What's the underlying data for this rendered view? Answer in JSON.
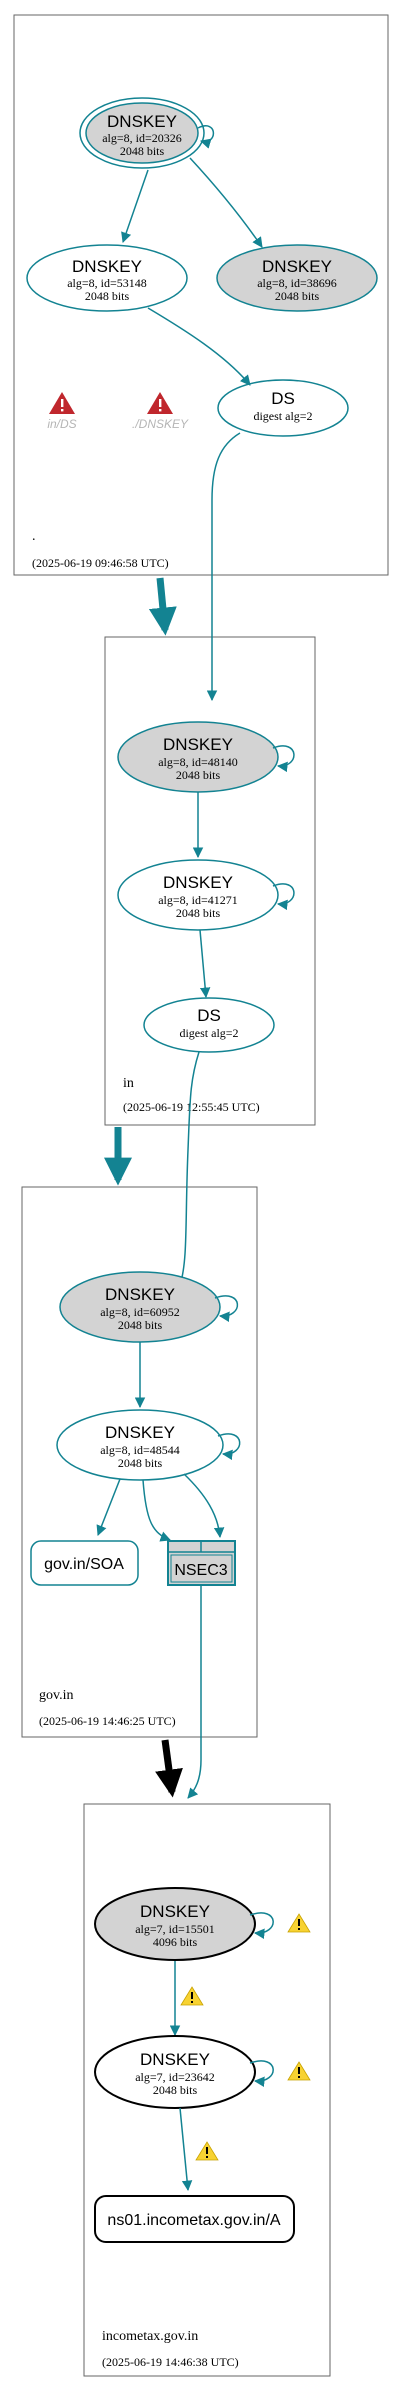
{
  "colors": {
    "teal": "#138392",
    "black": "#000000",
    "grey_fill": "#d3d3d3",
    "warning": "#f7d232",
    "error": "#c0272d"
  },
  "zones": {
    "root": {
      "name": ".",
      "timestamp": "(2025-06-19 09:46:58 UTC)"
    },
    "in": {
      "name": "in",
      "timestamp": "(2025-06-19 12:55:45 UTC)"
    },
    "gov": {
      "name": "gov.in",
      "timestamp": "(2025-06-19 14:46:25 UTC)"
    },
    "incometax": {
      "name": "incometax.gov.in",
      "timestamp": "(2025-06-19 14:46:38 UTC)"
    }
  },
  "nodes": {
    "root_ksk": {
      "title": "DNSKEY",
      "line1": "alg=8, id=20326",
      "line2": "2048 bits"
    },
    "root_zsk": {
      "title": "DNSKEY",
      "line1": "alg=8, id=53148",
      "line2": "2048 bits"
    },
    "root_k2": {
      "title": "DNSKEY",
      "line1": "alg=8, id=38696",
      "line2": "2048 bits"
    },
    "root_ds": {
      "title": "DS",
      "line1": "digest alg=2"
    },
    "in_ksk": {
      "title": "DNSKEY",
      "line1": "alg=8, id=48140",
      "line2": "2048 bits"
    },
    "in_zsk": {
      "title": "DNSKEY",
      "line1": "alg=8, id=41271",
      "line2": "2048 bits"
    },
    "in_ds": {
      "title": "DS",
      "line1": "digest alg=2"
    },
    "gov_ksk": {
      "title": "DNSKEY",
      "line1": "alg=8, id=60952",
      "line2": "2048 bits"
    },
    "gov_zsk": {
      "title": "DNSKEY",
      "line1": "alg=8, id=48544",
      "line2": "2048 bits"
    },
    "gov_soa": {
      "title": "gov.in/SOA"
    },
    "gov_nsec3": {
      "title": "NSEC3"
    },
    "it_ksk": {
      "title": "DNSKEY",
      "line1": "alg=7, id=15501",
      "line2": "4096 bits"
    },
    "it_zsk": {
      "title": "DNSKEY",
      "line1": "alg=7, id=23642",
      "line2": "2048 bits"
    },
    "it_a": {
      "title": "ns01.incometax.gov.in/A"
    }
  },
  "errors": {
    "in_ds": "in/DS",
    "dnskey": "./DNSKEY"
  }
}
